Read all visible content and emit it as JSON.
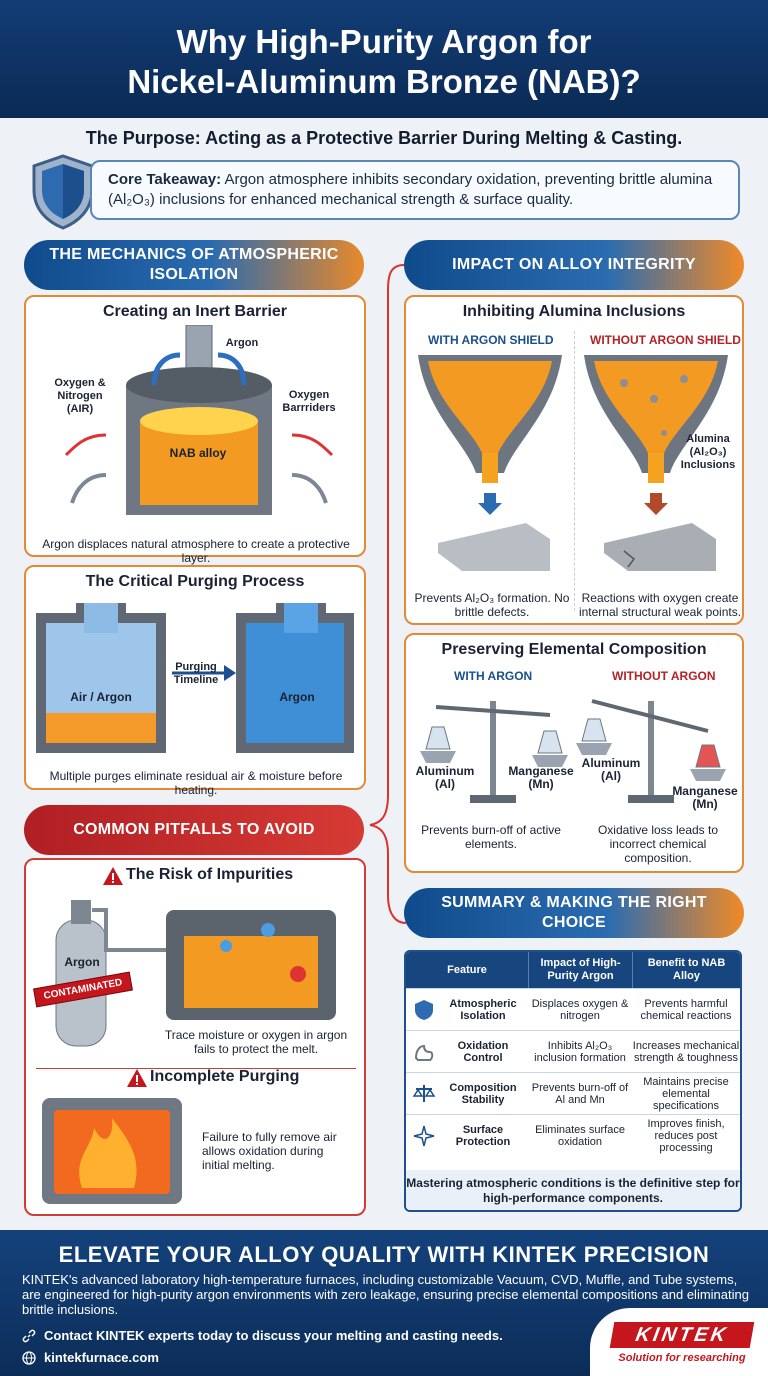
{
  "header": {
    "title_line1": "Why High-Purity Argon for",
    "title_line2": "Nickel-Aluminum Bronze (NAB)?"
  },
  "purpose": "The Purpose: Acting as a Protective Barrier During Melting & Casting.",
  "takeaway": {
    "label": "Core Takeaway:",
    "text": "Argon atmosphere inhibits secondary oxidation, preventing brittle alumina (Al₂O₃) inclusions for enhanced mechanical strength & surface quality."
  },
  "left": {
    "mechanics_pill": "THE MECHANICS OF ATMOSPHERIC ISOLATION",
    "inert": {
      "title": "Creating an Inert Barrier",
      "argon": "Argon",
      "oxygen_nitrogen": "Oxygen & Nitrogen (AIR)",
      "oxygen_barriers": "Oxygen Barrriders",
      "alloy": "NAB alloy",
      "caption": "Argon displaces natural atmosphere to create a protective layer."
    },
    "purging": {
      "title": "The Critical Purging Process",
      "left_label": "Air / Argon",
      "timeline": "Purging Timeline",
      "right_label": "Argon",
      "caption": "Multiple purges eliminate residual air & moisture before heating."
    },
    "pitfalls_pill": "COMMON PITFALLS TO AVOID",
    "impurities": {
      "title": "The Risk of Impurities",
      "cylinder": "Argon",
      "stamp": "CONTAMINATED",
      "caption": "Trace moisture or oxygen in argon fails to protect the melt."
    },
    "incomplete": {
      "title": "Incomplete Purging",
      "caption": "Failure to fully remove air allows oxidation during initial melting."
    }
  },
  "right": {
    "impact_pill": "IMPACT ON ALLOY INTEGRITY",
    "alumina": {
      "title": "Inhibiting Alumina Inclusions",
      "with": "WITH ARGON SHIELD",
      "without": "WITHOUT ARGON SHIELD",
      "inclusions_label": "Alumina (Al₂O₃) Inclusions",
      "with_caption": "Prevents Al₂O₃ formation. No brittle defects.",
      "without_caption": "Reactions with oxygen create internal structural weak points."
    },
    "composition": {
      "title": "Preserving Elemental Composition",
      "with": "WITH ARGON",
      "without": "WITHOUT ARGON",
      "al1": "Aluminum (Al)",
      "mn1": "Manganese (Mn)",
      "al2": "Aluminum (Al)",
      "mn2": "Manganese (Mn)",
      "with_caption": "Prevents burn-off of active elements.",
      "without_caption": "Oxidative loss leads to incorrect chemical composition."
    },
    "summary_pill": "SUMMARY & MAKING THE RIGHT CHOICE",
    "table": {
      "headers": [
        "Feature",
        "Impact of High-Purity Argon",
        "Benefit to NAB Alloy"
      ],
      "rows": [
        {
          "feature": "Atmospheric Isolation",
          "impact": "Displaces oxygen & nitrogen",
          "benefit": "Prevents harmful chemical reactions",
          "icon": "shield-icon"
        },
        {
          "feature": "Oxidation Control",
          "impact": "Inhibits Al₂O₃ inclusion formation",
          "benefit": "Increases mechanical strength & toughness",
          "icon": "muscle-icon"
        },
        {
          "feature": "Composition Stability",
          "impact": "Prevents burn-off of Al and Mn",
          "benefit": "Maintains precise elemental specifications",
          "icon": "scale-icon"
        },
        {
          "feature": "Surface Protection",
          "impact": "Eliminates surface oxidation",
          "benefit": "Improves finish, reduces post processing",
          "icon": "sparkle-icon"
        }
      ],
      "footer": "Mastering atmospheric conditions is the definitive step for high-performance components."
    }
  },
  "footer": {
    "title": "ELEVATE YOUR ALLOY QUALITY WITH KINTEK PRECISION",
    "desc": "KINTEK's advanced laboratory high-temperature furnaces, including customizable Vacuum, CVD, Muffle, and Tube systems, are engineered for high-purity argon environments with zero leakage, ensuring precise elemental compositions and eliminating brittle inclusions.",
    "contact": "Contact KINTEK experts today to discuss your melting and casting needs.",
    "website": "kintekfurnace.com",
    "logo": "KINTEK",
    "tagline": "Solution for researching"
  },
  "colors": {
    "navy": "#0f3d75",
    "orange": "#e8892a",
    "red": "#c4161c"
  }
}
